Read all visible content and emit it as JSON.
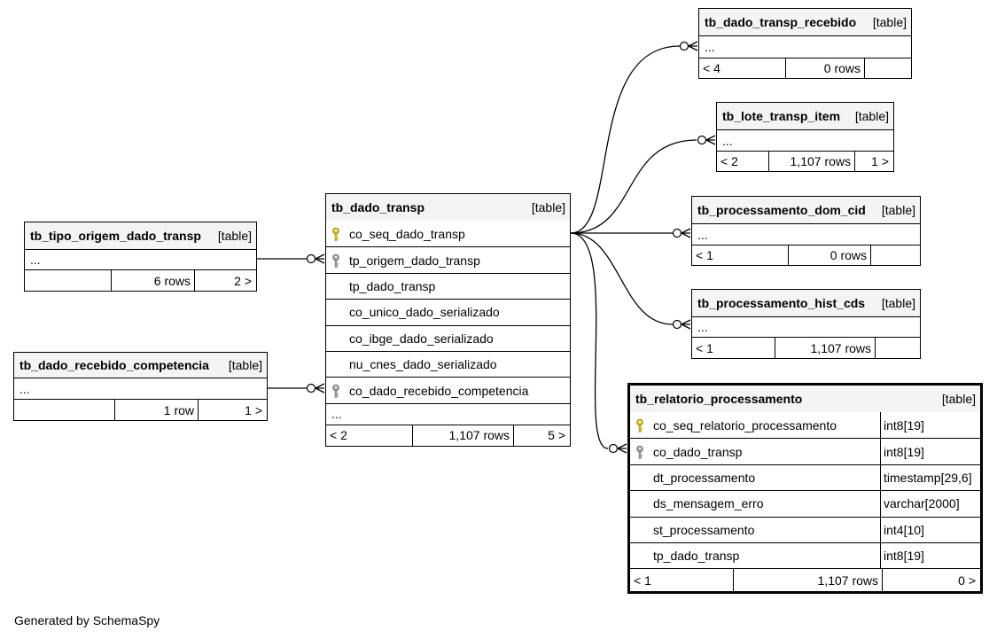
{
  "diagram": {
    "footer": "Generated by SchemaSpy",
    "tables": {
      "tb_dado_transp_recebido": {
        "name": "tb_dado_transp_recebido",
        "tag": "[table]",
        "ellipsis": "...",
        "parents": "< 4",
        "rows": "0 rows",
        "children": ""
      },
      "tb_lote_transp_item": {
        "name": "tb_lote_transp_item",
        "tag": "[table]",
        "ellipsis": "...",
        "parents": "< 2",
        "rows": "1,107 rows",
        "children": "1 >"
      },
      "tb_processamento_dom_cid": {
        "name": "tb_processamento_dom_cid",
        "tag": "[table]",
        "ellipsis": "...",
        "parents": "< 1",
        "rows": "0 rows",
        "children": ""
      },
      "tb_processamento_hist_cds": {
        "name": "tb_processamento_hist_cds",
        "tag": "[table]",
        "ellipsis": "...",
        "parents": "< 1",
        "rows": "1,107 rows",
        "children": ""
      },
      "tb_tipo_origem_dado_transp": {
        "name": "tb_tipo_origem_dado_transp",
        "tag": "[table]",
        "ellipsis": "...",
        "parents": "",
        "rows": "6 rows",
        "children": "2 >"
      },
      "tb_dado_recebido_competencia": {
        "name": "tb_dado_recebido_competencia",
        "tag": "[table]",
        "ellipsis": "...",
        "parents": "",
        "rows": "1 row",
        "children": "1 >"
      },
      "tb_dado_transp": {
        "name": "tb_dado_transp",
        "tag": "[table]",
        "columns": [
          {
            "name": "co_seq_dado_transp",
            "key": "pk"
          },
          {
            "name": "tp_origem_dado_transp",
            "key": "fk"
          },
          {
            "name": "tp_dado_transp",
            "key": ""
          },
          {
            "name": "co_unico_dado_serializado",
            "key": ""
          },
          {
            "name": "co_ibge_dado_serializado",
            "key": ""
          },
          {
            "name": "nu_cnes_dado_serializado",
            "key": ""
          },
          {
            "name": "co_dado_recebido_competencia",
            "key": "fk"
          }
        ],
        "ellipsis": "...",
        "parents": "< 2",
        "rows": "1,107 rows",
        "children": "5 >"
      },
      "tb_relatorio_processamento": {
        "name": "tb_relatorio_processamento",
        "tag": "[table]",
        "columns": [
          {
            "name": "co_seq_relatorio_processamento",
            "type": "int8[19]",
            "key": "pk"
          },
          {
            "name": "co_dado_transp",
            "type": "int8[19]",
            "key": "fk"
          },
          {
            "name": "dt_processamento",
            "type": "timestamp[29,6]",
            "key": ""
          },
          {
            "name": "ds_mensagem_erro",
            "type": "varchar[2000]",
            "key": ""
          },
          {
            "name": "st_processamento",
            "type": "int4[10]",
            "key": ""
          },
          {
            "name": "tp_dado_transp",
            "type": "int8[19]",
            "key": ""
          }
        ],
        "parents": "< 1",
        "rows": "1,107 rows",
        "children": "0 >"
      }
    },
    "colors": {
      "pk_key": "#e6c800",
      "fk_key": "#a0a0a0",
      "header_bg": "#f4f4f4",
      "line": "#000000"
    }
  }
}
